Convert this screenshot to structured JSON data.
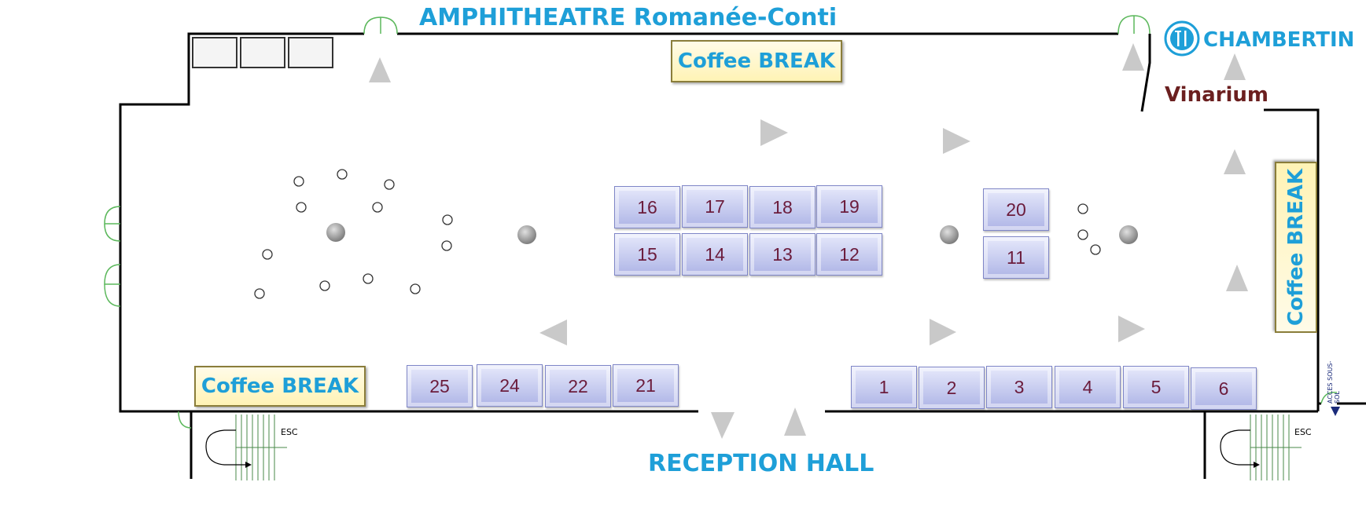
{
  "labels": {
    "amphitheatre": "AMPHITHEATRE Romanée-Conti",
    "chambertin": "CHAMBERTIN",
    "vinarium": "Vinarium",
    "reception": "RECEPTION HALL",
    "coffee_top": "Coffee BREAK",
    "coffee_left": "Coffee BREAK",
    "coffee_right": "Coffee BREAK",
    "esc_left": "ESC",
    "esc_right": "ESC",
    "acces": "ACCES SOUS-SOL"
  },
  "booths": {
    "b16": "16",
    "b17": "17",
    "b18": "18",
    "b19": "19",
    "b15": "15",
    "b14": "14",
    "b13": "13",
    "b12": "12",
    "b20": "20",
    "b11": "11",
    "b25": "25",
    "b24": "24",
    "b22": "22",
    "b21": "21",
    "b1": "1",
    "b2": "2",
    "b3": "3",
    "b4": "4",
    "b5": "5",
    "b6": "6"
  },
  "icons": {
    "restaurant": "fork-knife-icon",
    "arrow": "triangle-arrow-icon",
    "door": "double-door-icon",
    "stairs": "staircase-icon"
  },
  "colors": {
    "title": "#1e9fd8",
    "vinarium": "#6b1f1f",
    "booth_text": "#6b1c3c",
    "booth_fill": "#b7bdea",
    "door": "#4caf50",
    "arrow": "#c8c8c8"
  }
}
